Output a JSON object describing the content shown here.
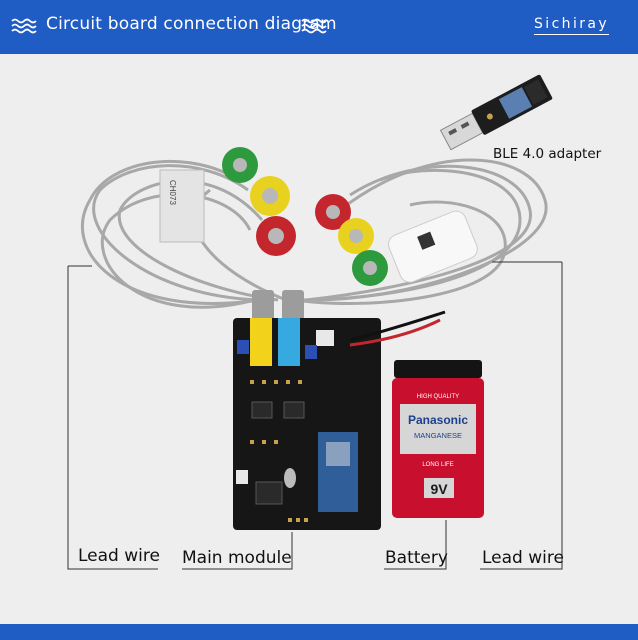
{
  "header": {
    "title": "Circuit board connection diagram",
    "brand": "Sichiray",
    "color": "#1f5cc4"
  },
  "labels": {
    "ble_adapter": "BLE 4.0 adapter",
    "lead_wire_left": "Lead wire",
    "main_module": "Main module",
    "battery": "Battery",
    "lead_wire_right": "Lead wire"
  },
  "photo_text": {
    "battery_top": "HIGH QUALITY",
    "battery_brand": "Panasonic",
    "battery_type": "MANGANESE",
    "battery_life": "LONG LIFE",
    "battery_voltage": "9V",
    "cable_tag": "CH073"
  },
  "icons": [
    "wave-icon-left",
    "wave-icon-header"
  ]
}
